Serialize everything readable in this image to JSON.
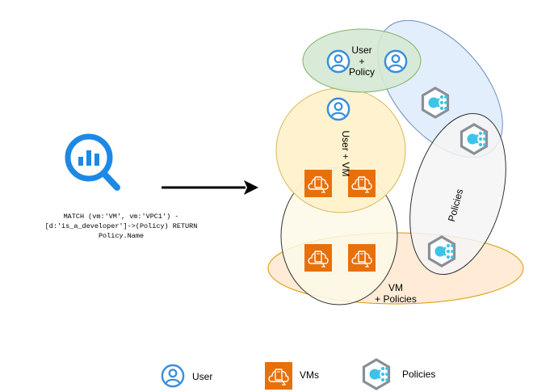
{
  "query": {
    "lines": [
      "MATCH (vm:'VM', vm:'VPC1') -",
      "[d:'is_a_developer']->(Policy) RETURN",
      "Policy.Name"
    ]
  },
  "regions": {
    "user_policy_line1": "User",
    "user_policy_line2": "+",
    "user_policy_line3": "Policy",
    "user_vm": "User + VM",
    "policies": "Policies",
    "vm_policies_line1": "VM",
    "vm_policies_line2": "+ Policies"
  },
  "legend": {
    "user": "User",
    "vms": "VMs",
    "policies": "Policies"
  },
  "colors": {
    "user_icon": "#3a8fd9",
    "vm_icon": "#e8700a",
    "policy_cyan": "#3ec3e8",
    "policy_grey": "#8a8f96"
  }
}
